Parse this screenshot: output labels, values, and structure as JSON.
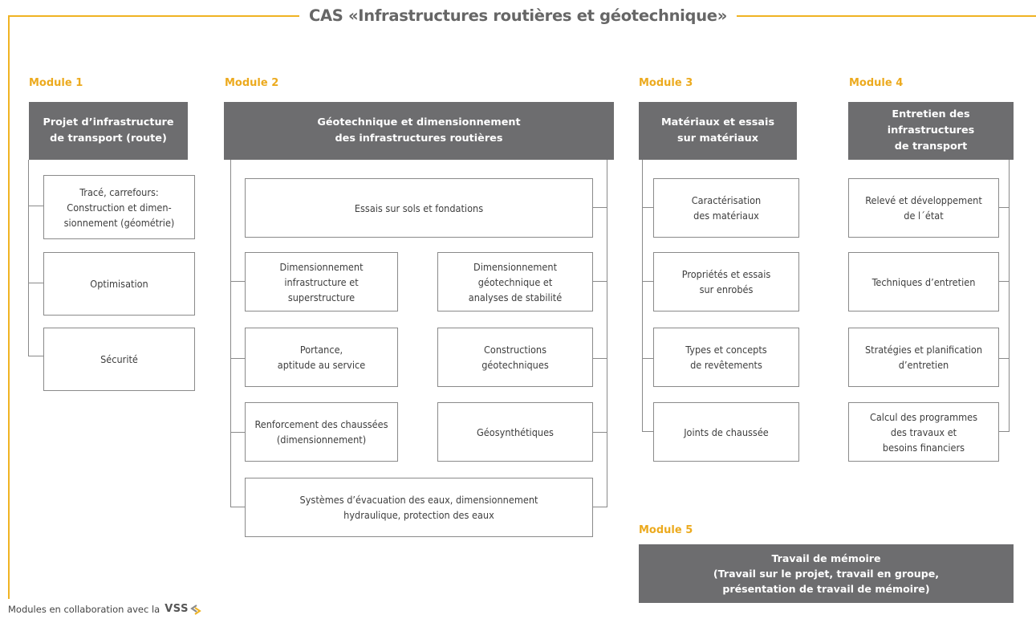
{
  "title": "CAS «Infrastructures routières et géotechnique»",
  "colors": {
    "accent": "#f0b323",
    "header_bg": "#6d6d6f",
    "line": "#8a8a8a"
  },
  "modules": [
    {
      "label": "Module 1",
      "header": "Projet d’infrastructure\nde transport (route)",
      "items": [
        "Tracé, carrefours:\nConstruction et dimen-\nsionnement (géométrie)",
        "Optimisation",
        "Sécurité"
      ]
    },
    {
      "label": "Module 2",
      "header": "Géotechnique et dimensionnement\ndes infrastructures routières",
      "top_item": "Essais sur sols et fondations",
      "left_items": [
        "Dimensionnement\ninfrastructure et\nsuperstructure",
        "Portance,\naptitude au service",
        "Renforcement des chaussées\n(dimensionnement)"
      ],
      "right_items": [
        "Dimensionnement\ngéotechnique et\nanalyses de stabilité",
        "Constructions\ngéotechniques",
        "Géosynthétiques"
      ],
      "bottom_item": "Systèmes d’évacuation des eaux, dimensionnement\nhydraulique, protection des eaux"
    },
    {
      "label": "Module 3",
      "header": "Matériaux et essais\nsur matériaux",
      "items": [
        "Caractérisation\ndes matériaux",
        "Propriétés et essais\nsur enrobés",
        "Types et concepts\nde revêtements",
        "Joints de chaussée"
      ]
    },
    {
      "label": "Module 4",
      "header": "Entretien des infrastructures\nde transport",
      "items": [
        "Relevé et développement\nde l´état",
        "Techniques d’entretien",
        "Stratégies et planification\nd’entretien",
        "Calcul des programmes\ndes travaux et\nbesoins financiers"
      ]
    },
    {
      "label": "Module 5",
      "header": "Travail de mémoire\n(Travail sur le projet, travail en groupe,\nprésentation de travail de mémoire)"
    }
  ],
  "footer": {
    "text": "Modules en collaboration avec la",
    "logo_text": "VSS"
  }
}
